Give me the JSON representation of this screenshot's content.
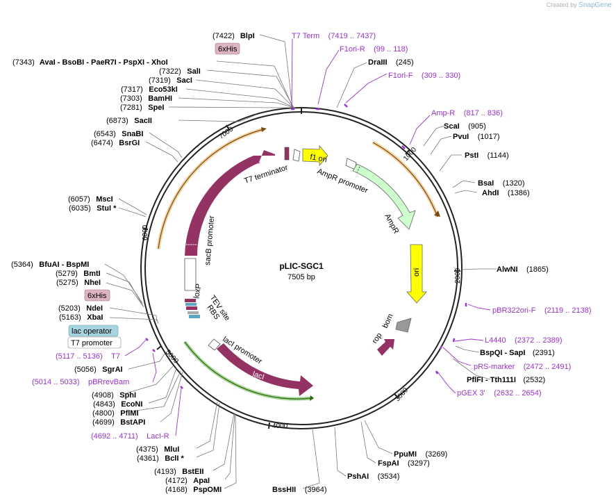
{
  "watermark": {
    "prefix": "Created by",
    "brand": "SnapGene"
  },
  "plasmid": {
    "name": "pLIC-SGC1",
    "size": "7505 bp"
  },
  "ticks": [
    "1000",
    "2000",
    "3000",
    "4000",
    "5000",
    "6000",
    "7000"
  ],
  "features": {
    "f1ori": "f1 ori",
    "amprPromoter": "AmpR promoter",
    "ampr": "AmpR",
    "ori": "ori",
    "rop": "rop",
    "bom": "bom",
    "laci": "lacI",
    "laciPromoter": "lacI promoter",
    "sacb": "SacB",
    "sacbPromoter": "sacB promoter",
    "t7term": "T7 terminator",
    "loxp": "loxP",
    "tev": "TEV site",
    "rbs": "RBS"
  },
  "badges": {
    "his_top": "6xHis",
    "his_left": "6xHis",
    "lacOperator": "lac operator",
    "t7Promoter": "T7 promoter"
  },
  "sites": {
    "BlpI": {
      "name": "BlpI",
      "pos": "(7422)"
    },
    "XhoI": {
      "prefix": "(7343)",
      "name": "AvaI  - BsoBI  - PaeR7I  - PspXI  - XhoI"
    },
    "SalI": {
      "name": "SalI",
      "pos": "(7322)"
    },
    "SacI": {
      "name": "SacI",
      "pos": "(7319)"
    },
    "Eco53kI": {
      "name": "Eco53kI",
      "pos": "(7317)"
    },
    "BamHI": {
      "name": "BamHI",
      "pos": "(7303)"
    },
    "SpeI": {
      "name": "SpeI",
      "pos": "(7281)"
    },
    "SacII": {
      "name": "SacII",
      "pos": "(6873)"
    },
    "SnaBI": {
      "name": "SnaBI",
      "pos": "(6543)"
    },
    "BsrGI": {
      "name": "BsrGI",
      "pos": "(6474)"
    },
    "MscI": {
      "name": "MscI",
      "pos": "(6057)"
    },
    "StuI": {
      "name": "StuI *",
      "pos": "(6035)"
    },
    "BspMI": {
      "name": "BfuAI  - BspMI",
      "pos": "(5364)"
    },
    "BmtI": {
      "name": "BmtI",
      "pos": "(5279)"
    },
    "NheI": {
      "name": "NheI",
      "pos": "(5275)"
    },
    "NdeI": {
      "name": "NdeI",
      "pos": "(5203)"
    },
    "XbaI": {
      "name": "XbaI",
      "pos": "(5163)"
    },
    "SgrAI": {
      "name": "SgrAI",
      "pos": "(5056)"
    },
    "SphI": {
      "name": "SphI",
      "pos": "(4908)"
    },
    "EcoNI": {
      "name": "EcoNI",
      "pos": "(4843)"
    },
    "PflMI": {
      "name": "PflMI",
      "pos": "(4800)"
    },
    "BstAPI": {
      "name": "BstAPI",
      "pos": "(4699)"
    },
    "MluI": {
      "name": "MluI",
      "pos": "(4375)"
    },
    "BclI": {
      "name": "BclI *",
      "pos": "(4361)"
    },
    "BstEII": {
      "name": "BstEII",
      "pos": "(4193)"
    },
    "ApaI": {
      "name": "ApaI",
      "pos": "(4172)"
    },
    "PspOMI": {
      "name": "PspOMI",
      "pos": "(4168)"
    },
    "BssHII": {
      "name": "BssHII",
      "pos": "(3964)"
    },
    "PshAI": {
      "name": "PshAI",
      "pos": "(3534)"
    },
    "FspAI": {
      "name": "FspAI",
      "pos": "(3297)"
    },
    "PpuMI": {
      "name": "PpuMI",
      "pos": "(3269)"
    },
    "Tth111I": {
      "name": "PflFI  - Tth111I",
      "pos": "(2532)"
    },
    "SapI": {
      "name": "BspQI  - SapI",
      "pos": "(2391)"
    },
    "AlwNI": {
      "name": "AlwNI",
      "pos": "(1865)"
    },
    "AhdI": {
      "name": "AhdI",
      "pos": "(1386)"
    },
    "BsaI": {
      "name": "BsaI",
      "pos": "(1320)"
    },
    "PstI": {
      "name": "PstI",
      "pos": "(1144)"
    },
    "PvuI": {
      "name": "PvuI",
      "pos": "(1017)"
    },
    "ScaI": {
      "name": "ScaI",
      "pos": "(905)"
    },
    "DraIII": {
      "name": "DraIII",
      "pos": "(245)"
    }
  },
  "primers": {
    "t7term": {
      "name": "T7 Term",
      "range": "(7419 .. 7437)"
    },
    "f1oriR": {
      "name": "F1ori-R",
      "range": "(99 .. 118)"
    },
    "f1oriF": {
      "name": "F1ori-F",
      "range": "(309 .. 330)"
    },
    "ampR": {
      "name": "Amp-R",
      "range": "(817 .. 836)"
    },
    "pbr322": {
      "name": "pBR322ori-F",
      "range": "(2119 .. 2138)"
    },
    "l4440": {
      "name": "L4440",
      "range": "(2372 .. 2389)"
    },
    "prs": {
      "name": "pRS-marker",
      "range": "(2472 .. 2491)"
    },
    "pgex": {
      "name": "pGEX 3'",
      "range": "(2632 .. 2654)"
    },
    "t7": {
      "name": "T7",
      "range": "(5117 .. 5136)"
    },
    "pbrrev": {
      "name": "pBRrevBam",
      "range": "(5014 .. 5033)"
    },
    "laciR": {
      "name": "LacI-R",
      "range": "(4692 .. 4711)"
    }
  },
  "colors": {
    "backbone": "#222222",
    "f1ori": "#ffff00",
    "ampr": "#ccffcc",
    "ori": "#ffff00",
    "rop": "#999999",
    "bom": "#943264",
    "laci": "#943264",
    "sacb": "#943264",
    "primer": "#9b30d9",
    "orf_orange": "#e8a33d",
    "orf_green": "#4ca82a",
    "his": "#dcb4c4",
    "lac_operator": "#a8d4e0"
  }
}
